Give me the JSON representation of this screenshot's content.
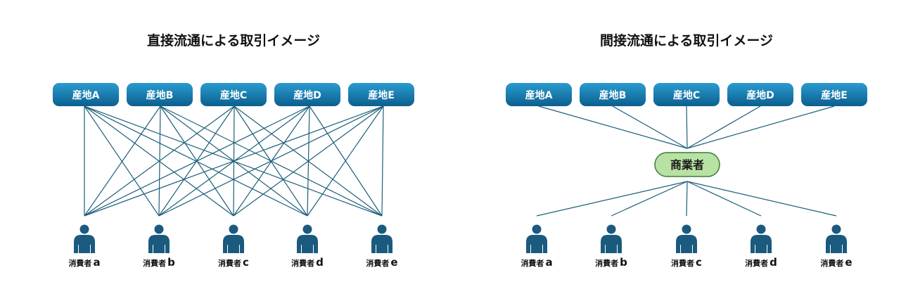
{
  "colors": {
    "source_box_top": "#2a9bd0",
    "source_box_bottom": "#0b5f8e",
    "line": "#1d5f7a",
    "person": "#1a5a7e",
    "merchant_fill": "#b7e2a3",
    "merchant_stroke": "#3f7a3a"
  },
  "icons": {
    "consumer": "person-icon"
  },
  "left": {
    "title": "直接流通による取引イメージ",
    "sources": [
      "産地A",
      "産地B",
      "産地C",
      "産地D",
      "産地E"
    ],
    "consumers": [
      {
        "label": "消費者",
        "letter": "a"
      },
      {
        "label": "消費者",
        "letter": "b"
      },
      {
        "label": "消費者",
        "letter": "c"
      },
      {
        "label": "消費者",
        "letter": "d"
      },
      {
        "label": "消費者",
        "letter": "e"
      }
    ]
  },
  "right": {
    "title": "間接流通による取引イメージ",
    "sources": [
      "産地A",
      "産地B",
      "産地C",
      "産地D",
      "産地E"
    ],
    "intermediary": "商業者",
    "consumers": [
      {
        "label": "消費者",
        "letter": "a"
      },
      {
        "label": "消費者",
        "letter": "b"
      },
      {
        "label": "消費者",
        "letter": "c"
      },
      {
        "label": "消費者",
        "letter": "d"
      },
      {
        "label": "消費者",
        "letter": "e"
      }
    ]
  }
}
